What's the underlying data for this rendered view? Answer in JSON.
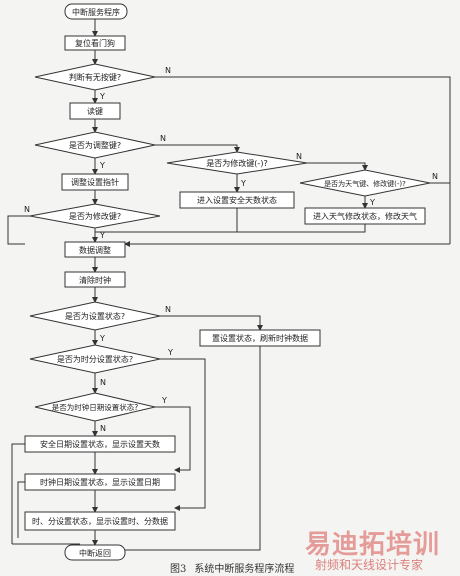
{
  "nodes": {
    "start": "中断服务程序",
    "reset": "复位看门狗",
    "q_key": "判断有无按键?",
    "read_key": "读键",
    "q_adjust": "是否为调整键?",
    "q_modify_minus": "是否为修改键(-)?",
    "adjust_pointer": "调整设置指针",
    "enter_safe_days": "进入设置安全天数状态",
    "q_weather": "是否为天气键、修改键(-)?",
    "q_modify": "是否为修改键?",
    "enter_weather": "进入天气修改状态，修改天气",
    "data_adjust": "数据调整",
    "clear_clock": "清除时钟",
    "q_set_state": "是否为设置状态?",
    "set_state_refresh": "置设置状态，刷新时钟数据",
    "q_hm_state": "是否为时分设置状态?",
    "q_clock_date": "是否为时钟日期设置状态?",
    "safe_date_show": "安全日期设置状态，显示设置天数",
    "clock_date_show": "时钟日期设置状态，显示设置日期",
    "hm_show": "时、分设置状态，显示设置时、分数据",
    "end": "中断返回"
  },
  "branch": {
    "yes": "Y",
    "no": "N"
  },
  "caption": {
    "figure": "图3",
    "title": "系统中断服务程序流程"
  },
  "watermark": {
    "logo": "易迪拓培训",
    "tagline": "射频和天线设计专家"
  }
}
